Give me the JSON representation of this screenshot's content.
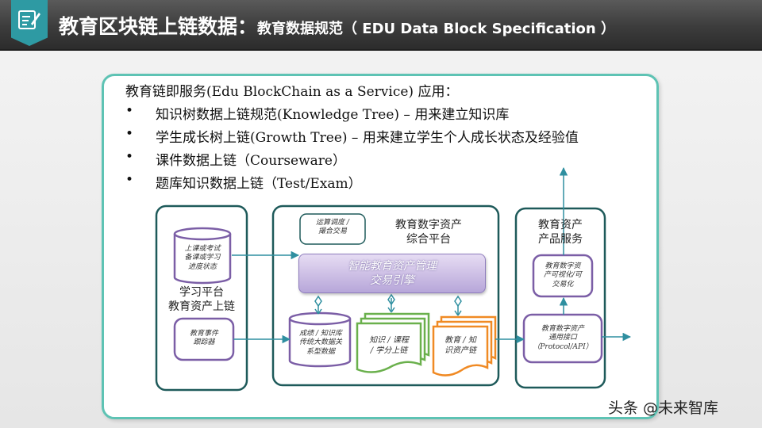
{
  "header": {
    "title_main": "教育区块链上链数据：",
    "title_sub": "教育数据规范（ EDU Data Block Specification ）"
  },
  "intro": "教育链即服务(Edu BlockChain as a Service) 应用：",
  "bullets": [
    "知识树数据上链规范(Knowledge Tree) – 用来建立知识库",
    "学生成长树上链(Growth Tree) – 用来建立学生个人成长状态及经验值",
    "课件数据上链（Courseware）",
    "题库知识数据上链（Test/Exam）"
  ],
  "diagram": {
    "left_panel": {
      "cylinder_text": "上课或考试\n备课或学习\n进度状态",
      "label": "学习平台\n教育资产上链",
      "tracker_text": "教育事件\n跟踪器"
    },
    "middle_panel": {
      "title": "教育数字资产\n综合平台",
      "scheduler_text": "运算调度 /\n撮合交易",
      "engine_text": "智能教育资产管理\n交易引擎",
      "db_text": "成绩 / 知识库\n传统大数据关\n系型数据",
      "green_doc_text": "知识 / 课程\n/ 学分上链",
      "orange_doc_text": "教育 / 知\n识资产链"
    },
    "right_panel": {
      "title": "教育资产\n产品服务",
      "visual_text": "教育数字资\n产可视化/可\n交易化",
      "interface_text": "教育数字资产\n通用接口\n（Protocol/API）"
    },
    "colors": {
      "panel_border": "#1e5a5a",
      "purple": "#7b5ea6",
      "teal": "#2f8fa0",
      "green": "#6ab04c",
      "orange": "#f08a24",
      "frame": "#5ec3b4"
    }
  },
  "watermark": "头条 @未来智库"
}
